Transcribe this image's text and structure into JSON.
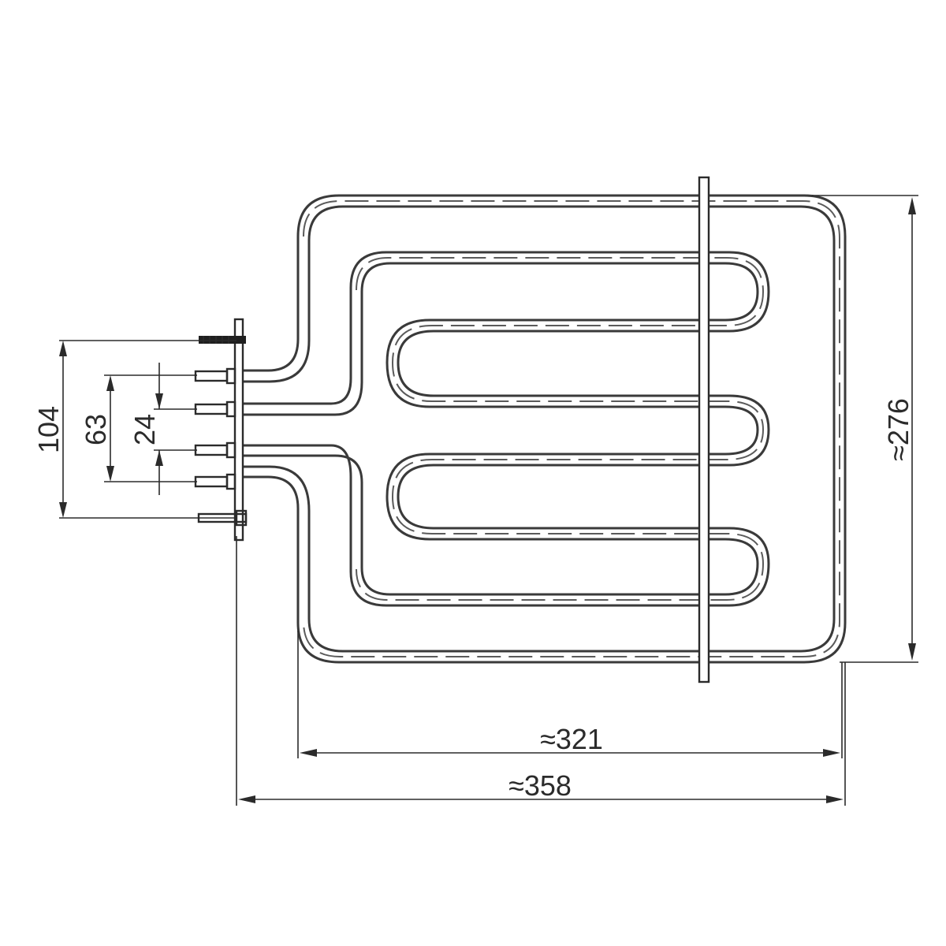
{
  "drawing": {
    "dimensions": {
      "terminal_outer": "104",
      "terminal_middle": "63",
      "terminal_inner": "24",
      "height": "≈276",
      "body_width": "≈321",
      "overall_width": "≈358"
    }
  }
}
